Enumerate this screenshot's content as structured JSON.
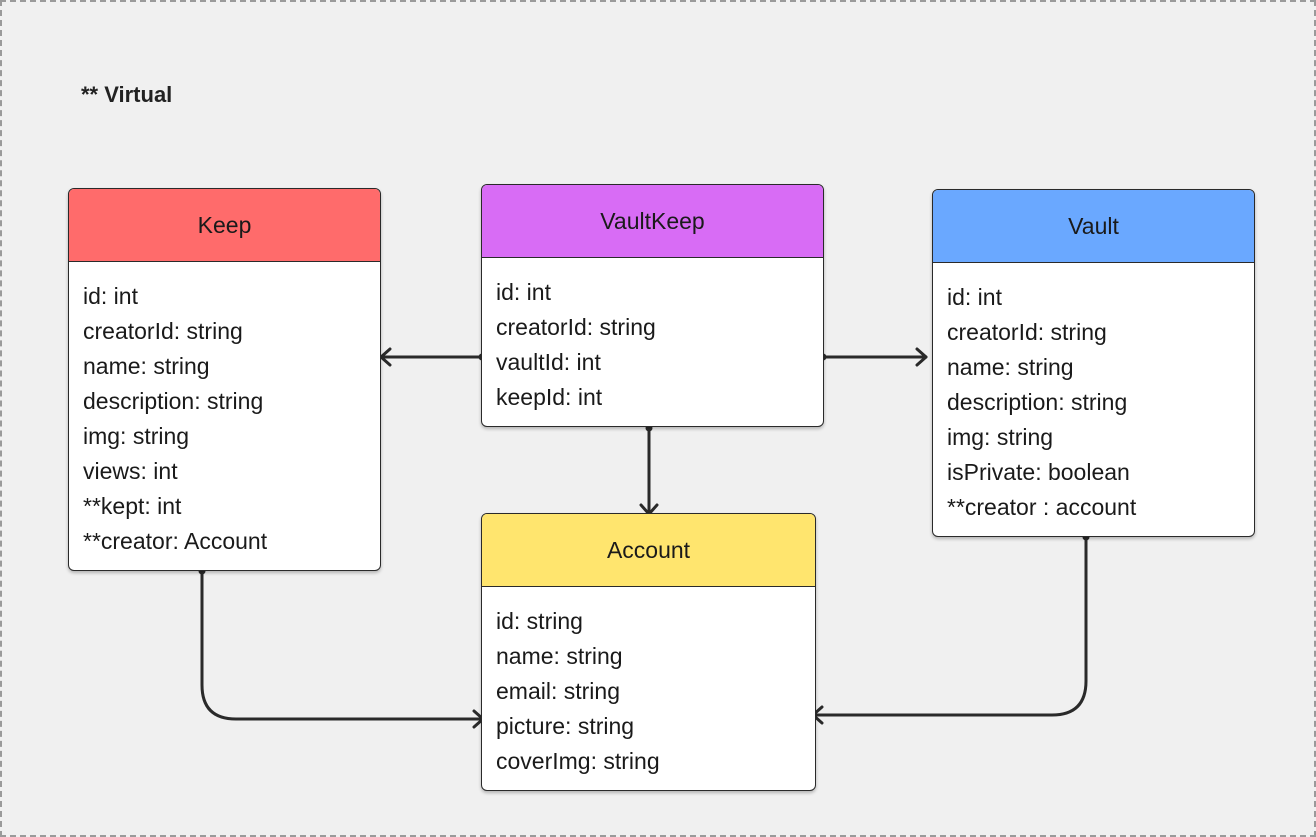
{
  "note": "** Virtual",
  "colors": {
    "keep": "#ff6b6b",
    "vaultkeep": "#d86cf5",
    "vault": "#6aa8ff",
    "account": "#ffe56e",
    "connector": "#2a2a2a"
  },
  "entities": {
    "keep": {
      "title": "Keep",
      "fields": [
        "id: int",
        "creatorId: string",
        "name: string",
        "description: string",
        "img: string",
        "views: int",
        "**kept: int",
        "**creator: Account"
      ]
    },
    "vaultkeep": {
      "title": "VaultKeep",
      "fields": [
        "id: int",
        "creatorId: string",
        "vaultId: int",
        "keepId: int"
      ]
    },
    "vault": {
      "title": "Vault",
      "fields": [
        "id: int",
        "creatorId: string",
        "name: string",
        "description: string",
        "img: string",
        "isPrivate: boolean",
        "**creator : account"
      ]
    },
    "account": {
      "title": "Account",
      "fields": [
        "id: string",
        "name: string",
        "email: string",
        "picture: string",
        "coverImg: string"
      ]
    }
  },
  "relations": [
    {
      "from": "vaultkeep",
      "to": "keep"
    },
    {
      "from": "vaultkeep",
      "to": "vault"
    },
    {
      "from": "vaultkeep",
      "to": "account"
    },
    {
      "from": "keep",
      "to": "account"
    },
    {
      "from": "vault",
      "to": "account"
    }
  ]
}
